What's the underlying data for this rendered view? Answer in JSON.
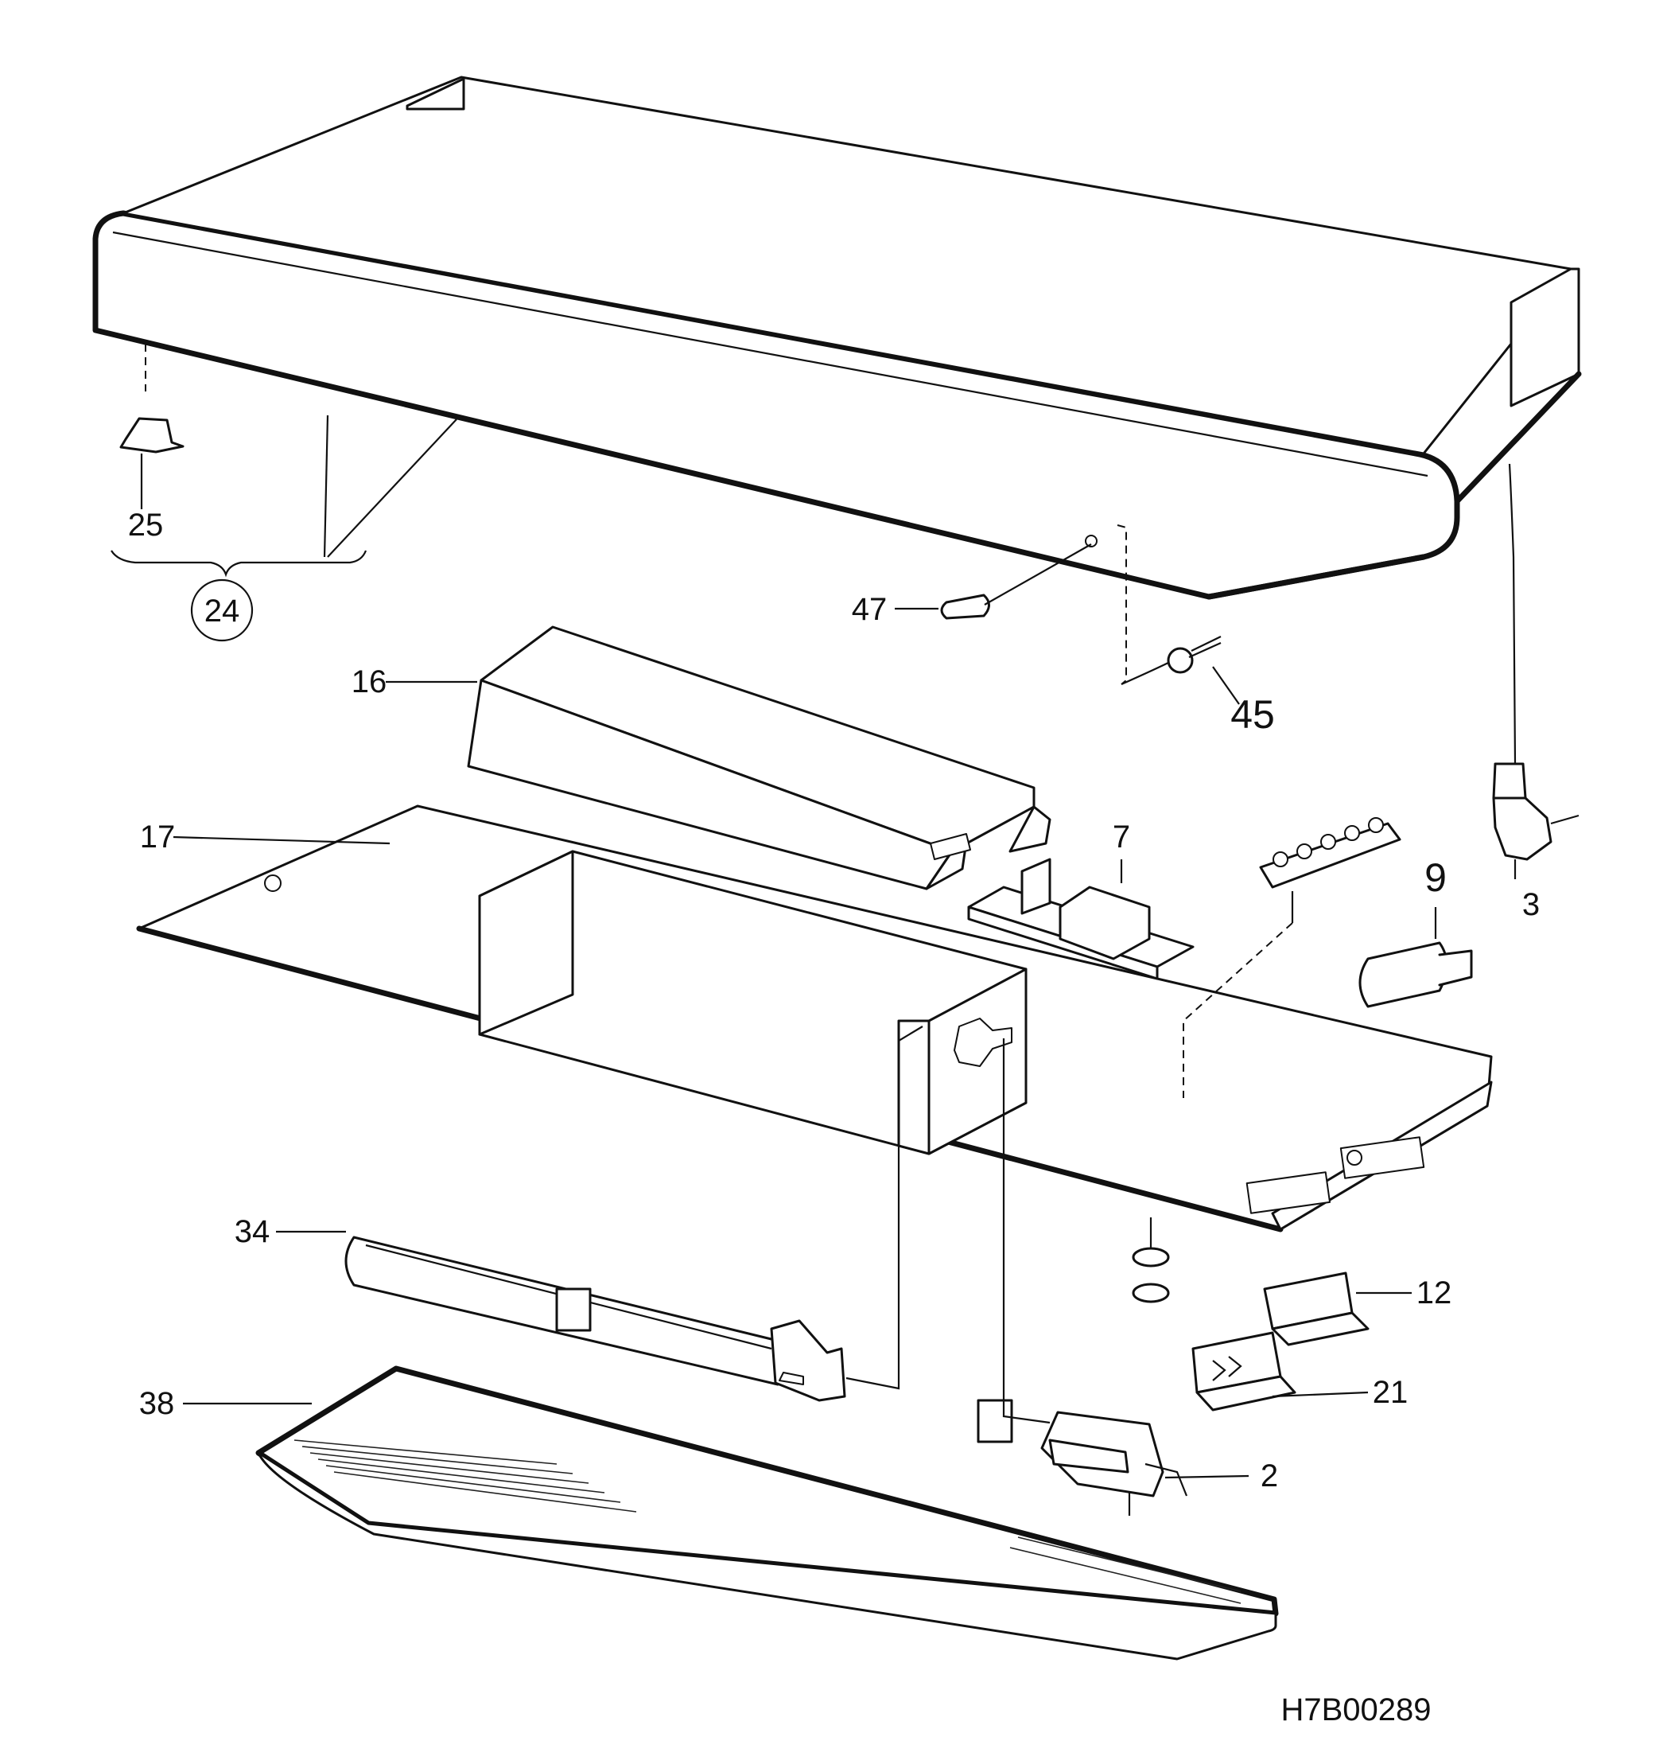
{
  "parts": [
    {
      "id": "p24",
      "label": "24"
    },
    {
      "id": "p25",
      "label": "25"
    },
    {
      "id": "p47",
      "label": "47"
    },
    {
      "id": "p16",
      "label": "16"
    },
    {
      "id": "p45",
      "label": "45"
    },
    {
      "id": "p17",
      "label": "17"
    },
    {
      "id": "p7",
      "label": "7"
    },
    {
      "id": "p9",
      "label": "9"
    },
    {
      "id": "p3",
      "label": "3"
    },
    {
      "id": "p34",
      "label": "34"
    },
    {
      "id": "p12",
      "label": "12"
    },
    {
      "id": "p21",
      "label": "21"
    },
    {
      "id": "p38",
      "label": "38"
    },
    {
      "id": "p2",
      "label": "2"
    }
  ],
  "drawing_code": "H7B00289"
}
